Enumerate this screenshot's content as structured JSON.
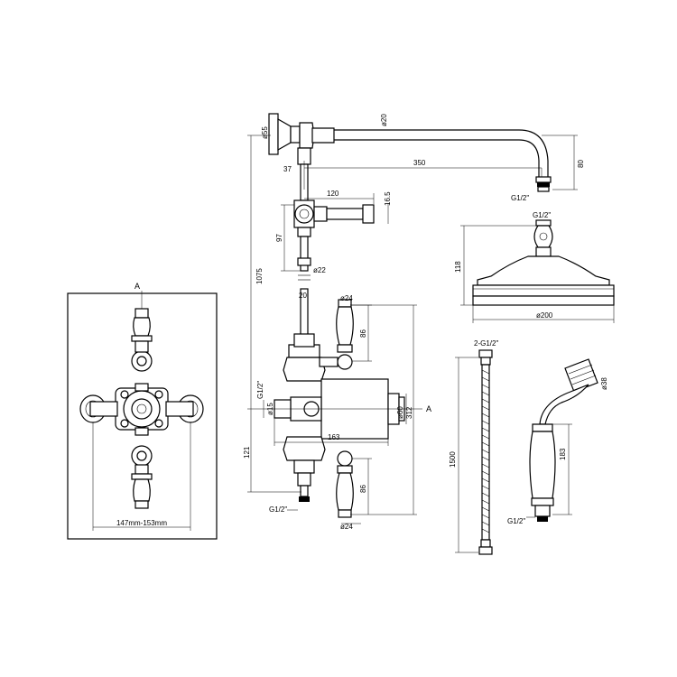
{
  "section_marks": {
    "left_top": "A",
    "right": "A"
  },
  "dimensions": {
    "d55": "ø55",
    "d20": "ø20",
    "d37": "37",
    "d350": "350",
    "d80": "80",
    "g12_arm": "G1/2\"",
    "d120": "120",
    "d16_5": "16.5",
    "d97": "97",
    "d22": "ø22",
    "d1075": "1075",
    "d20b": "20",
    "d24_top": "ø24",
    "d86_top": "86",
    "g12_body": "G1/2\"",
    "d15": "ø15",
    "d60": "ø60",
    "d312": "312",
    "d163": "163",
    "d121": "121",
    "d86_bot": "86",
    "g12_bottom": "G1/2\"",
    "d24_bot": "ø24",
    "g12_head": "G1/2\"",
    "d118": "118",
    "d200": "ø200",
    "hose_conn": "2-G1/2\"",
    "d1500": "1500",
    "d183": "183",
    "g12_hand": "G1/2\"",
    "d38": "ø38",
    "range": "147mm-153mm"
  }
}
